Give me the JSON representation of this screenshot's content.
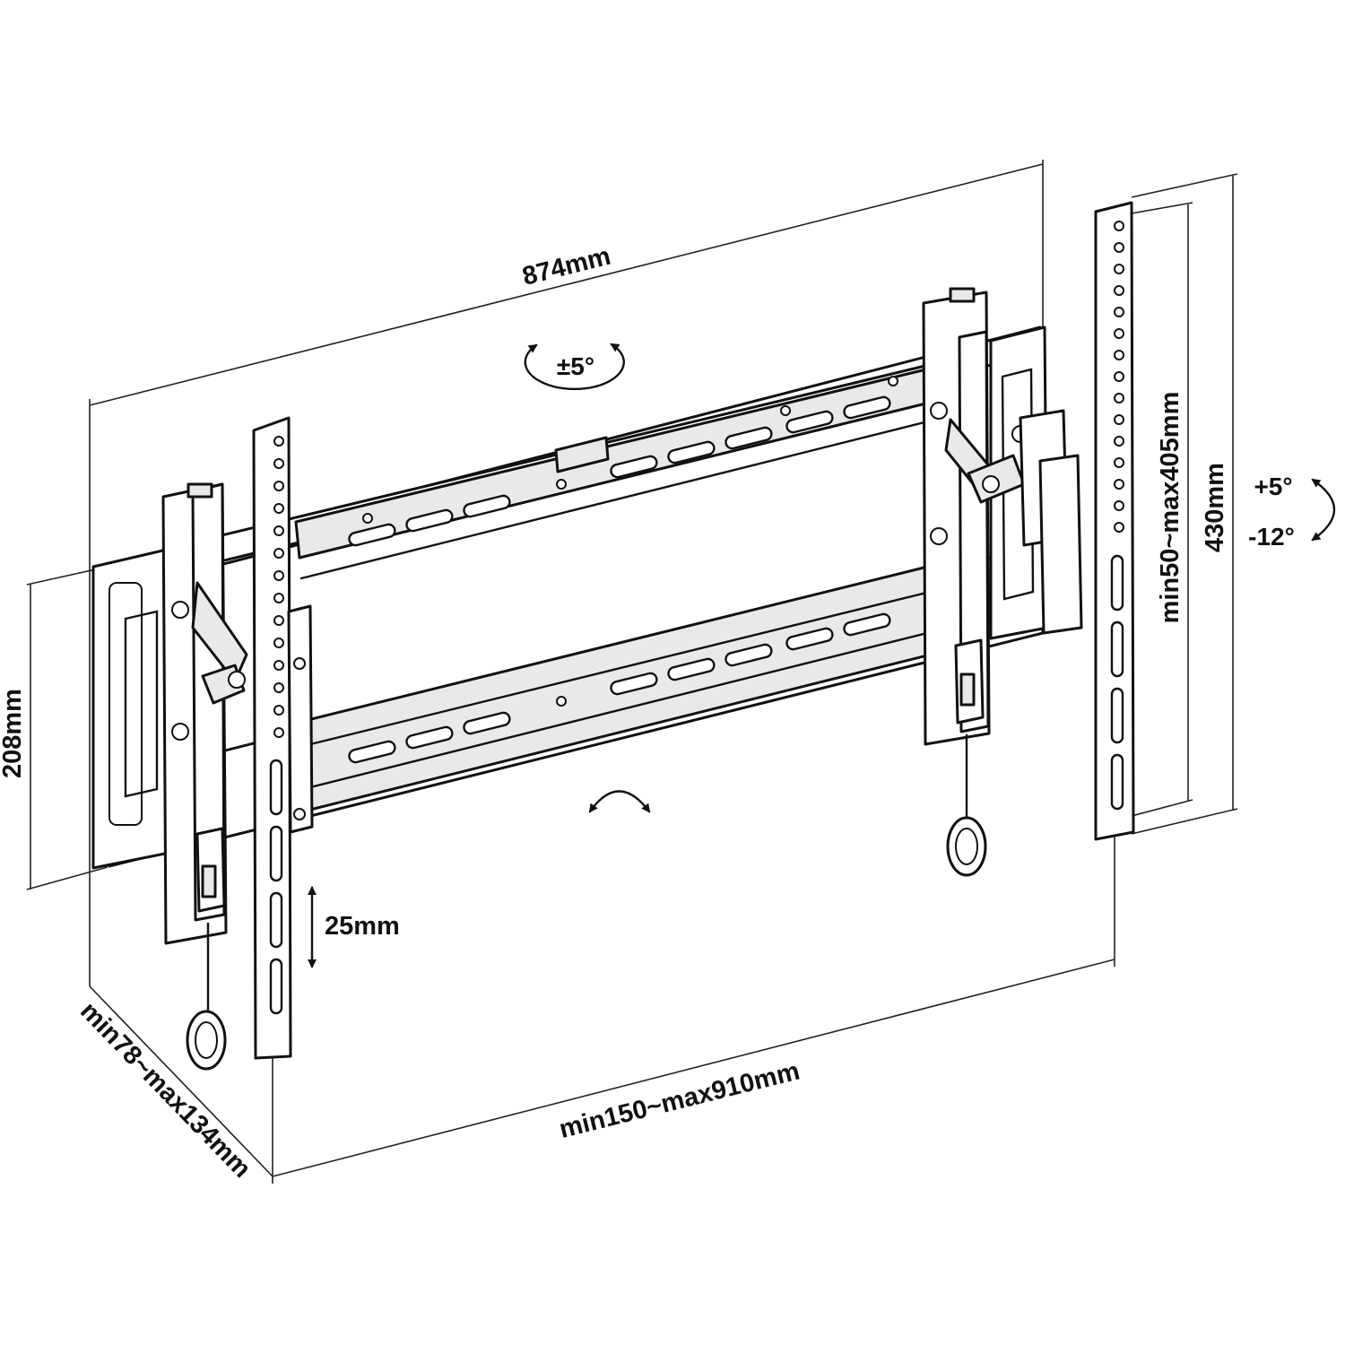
{
  "dimensions": {
    "overall_width": "874mm",
    "vesa_horizontal": "min150~max910mm",
    "vesa_vertical": "min50~max405mm",
    "arm_height": "430mm",
    "wall_plate_height": "208mm",
    "wall_distance": "min78~max134mm",
    "vertical_adjust": "25mm"
  },
  "angles": {
    "rotation": "±5°",
    "tilt_up": "+5°",
    "tilt_down": "-12°"
  },
  "colors": {
    "line": "#111111",
    "background": "#ffffff"
  }
}
